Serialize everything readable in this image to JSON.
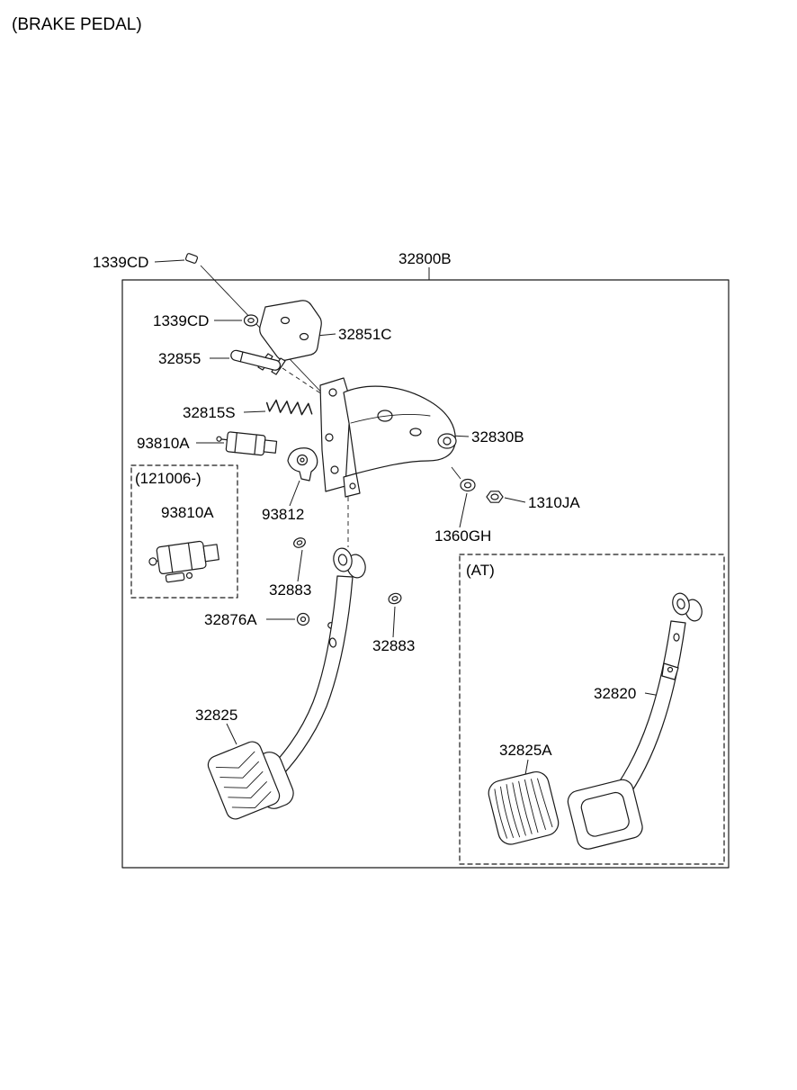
{
  "title": "(BRAKE PEDAL)",
  "assembly": {
    "part_no": "32800B"
  },
  "boxes": {
    "production": "(121006-)",
    "at": "(AT)"
  },
  "parts": {
    "bolt_top": "1339CD",
    "washer_ring": "1339CD",
    "mount_bracket": "32851C",
    "pin": "32855",
    "spring": "32815S",
    "stop_lamp_switch": "93810A",
    "stop_lamp_switch_late": "93810A",
    "switch_mount": "93812",
    "pedal_member": "32830B",
    "nut": "1310JA",
    "washer": "1360GH",
    "bushing_a": "32883",
    "bolt": "32876A",
    "bushing_b": "32883",
    "pad_mt": "32825",
    "pedal_at": "32820",
    "pad_at": "32825A"
  }
}
